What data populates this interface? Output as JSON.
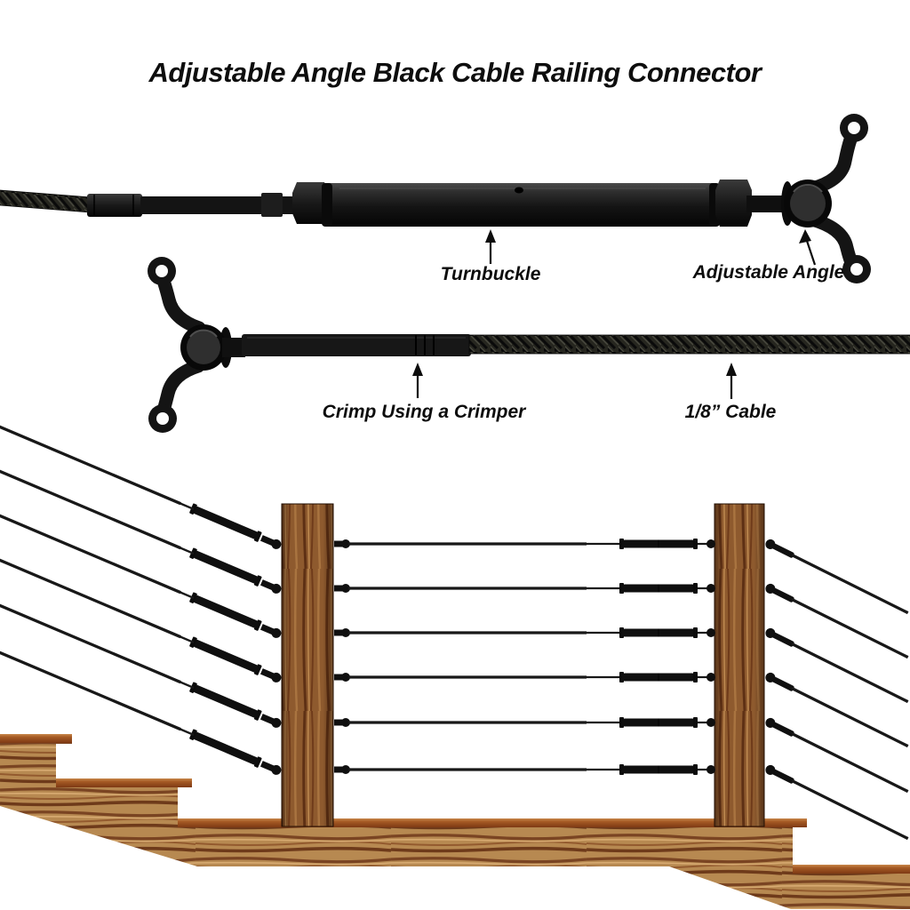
{
  "title": "Adjustable Angle Black Cable Railing Connector",
  "annotations": {
    "turnbuckle": "Turnbuckle",
    "adjustable_angle": "Adjustable Angle",
    "crimp": "Crimp Using a Crimper",
    "cable_size": "1/8” Cable"
  },
  "scene": {
    "posts": 2,
    "horizontal_cables": 6,
    "left_stair_cables": 6,
    "right_stair_cables": 6,
    "description": "black cable railing on wooden deck stairs with turnbuckles and adjustable angle connectors"
  },
  "colors": {
    "background": "#ffffff",
    "text": "#0d0d0d",
    "hardware_black": "#141414",
    "cable_black": "#181818",
    "wood_light": "#b78951",
    "wood_mid": "#8e5a2e",
    "wood_dark": "#5e3014",
    "tread_orange": "#9a4a1e"
  }
}
